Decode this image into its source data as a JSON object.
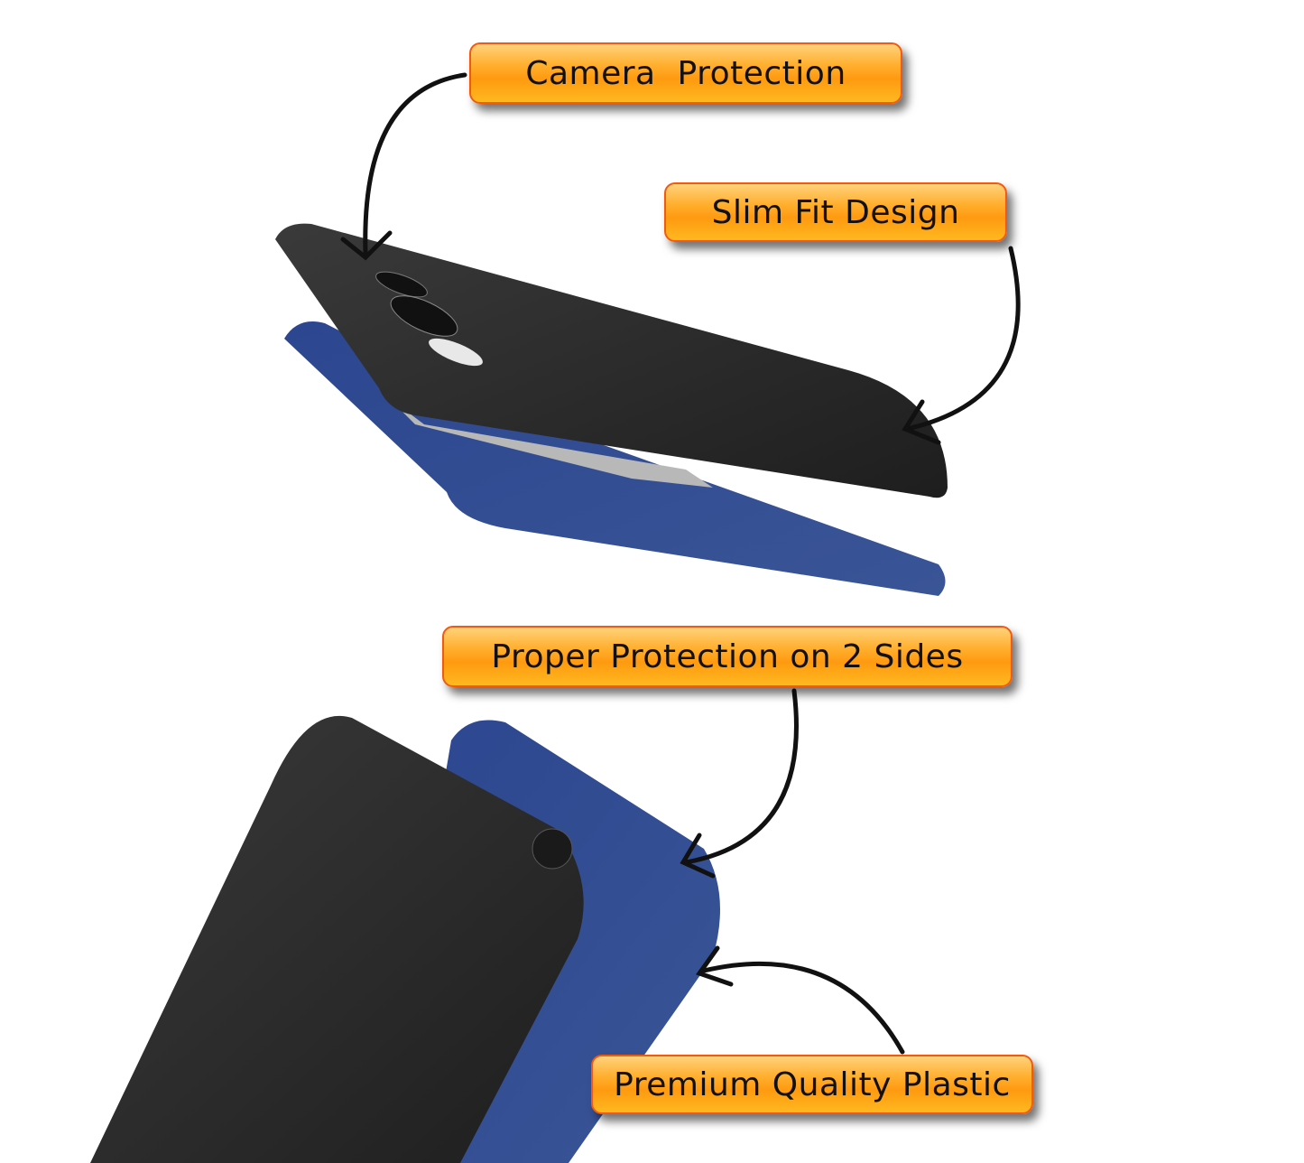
{
  "labels": {
    "camera": "Camera  Protection",
    "slim": "Slim Fit Design",
    "proper": "Proper Protection on 2 Sides",
    "premium": "Premium Quality Plastic"
  },
  "colors": {
    "label_orange": "#ff9a10",
    "label_border": "#f25a10",
    "case_black": "#2a2a2a",
    "case_blue": "#2f4a8a"
  }
}
